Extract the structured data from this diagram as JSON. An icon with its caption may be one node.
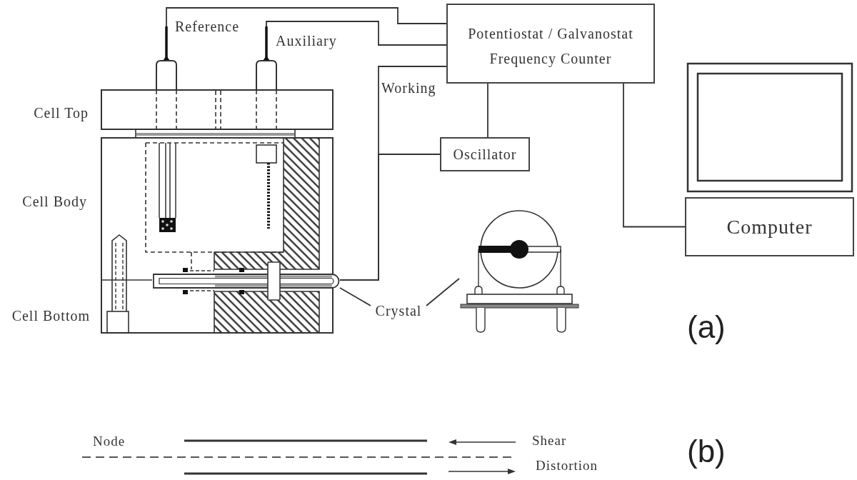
{
  "diagram": {
    "nodes": [
      {
        "text": [],
        "shape": "picture",
        "beside": [
          "Reference"
        ]
      },
      {
        "text": [],
        "shape": "picture",
        "beside": [
          "Auxiliary"
        ]
      },
      {
        "text": [
          "Potentiostat / Galvanostat Frequency Counter"
        ]
      },
      {
        "text": [
          "Oscillator"
        ]
      },
      {
        "text": [
          "Computer"
        ]
      },
      {
        "text": [],
        "shape": "picture"
      },
      {
        "text": [
          "Crystal"
        ]
      },
      {
        "text": [],
        "shape": "picture"
      }
    ],
    "edges": [
      {
        "from": 0,
        "to": 2,
        "arrow": "none"
      },
      {
        "from": 1,
        "to": 2,
        "arrow": "none"
      },
      {
        "from": 5,
        "to": 2,
        "arrow": "none",
        "label": "Working"
      },
      {
        "from": 3,
        "to": 5,
        "arrow": "none"
      },
      {
        "from": 2,
        "to": 3,
        "arrow": "none"
      },
      {
        "from": 2,
        "to": 4,
        "arrow": "none"
      },
      {
        "from": 6,
        "to": 5,
        "arrow": "none"
      },
      {
        "from": 6,
        "to": 7,
        "arrow": "none"
      }
    ],
    "labels": [
      "Cell Top",
      "Cell Body",
      "Cell Bottom",
      "(a)",
      "Node",
      "Shear",
      "Distortion",
      "(b)"
    ]
  }
}
